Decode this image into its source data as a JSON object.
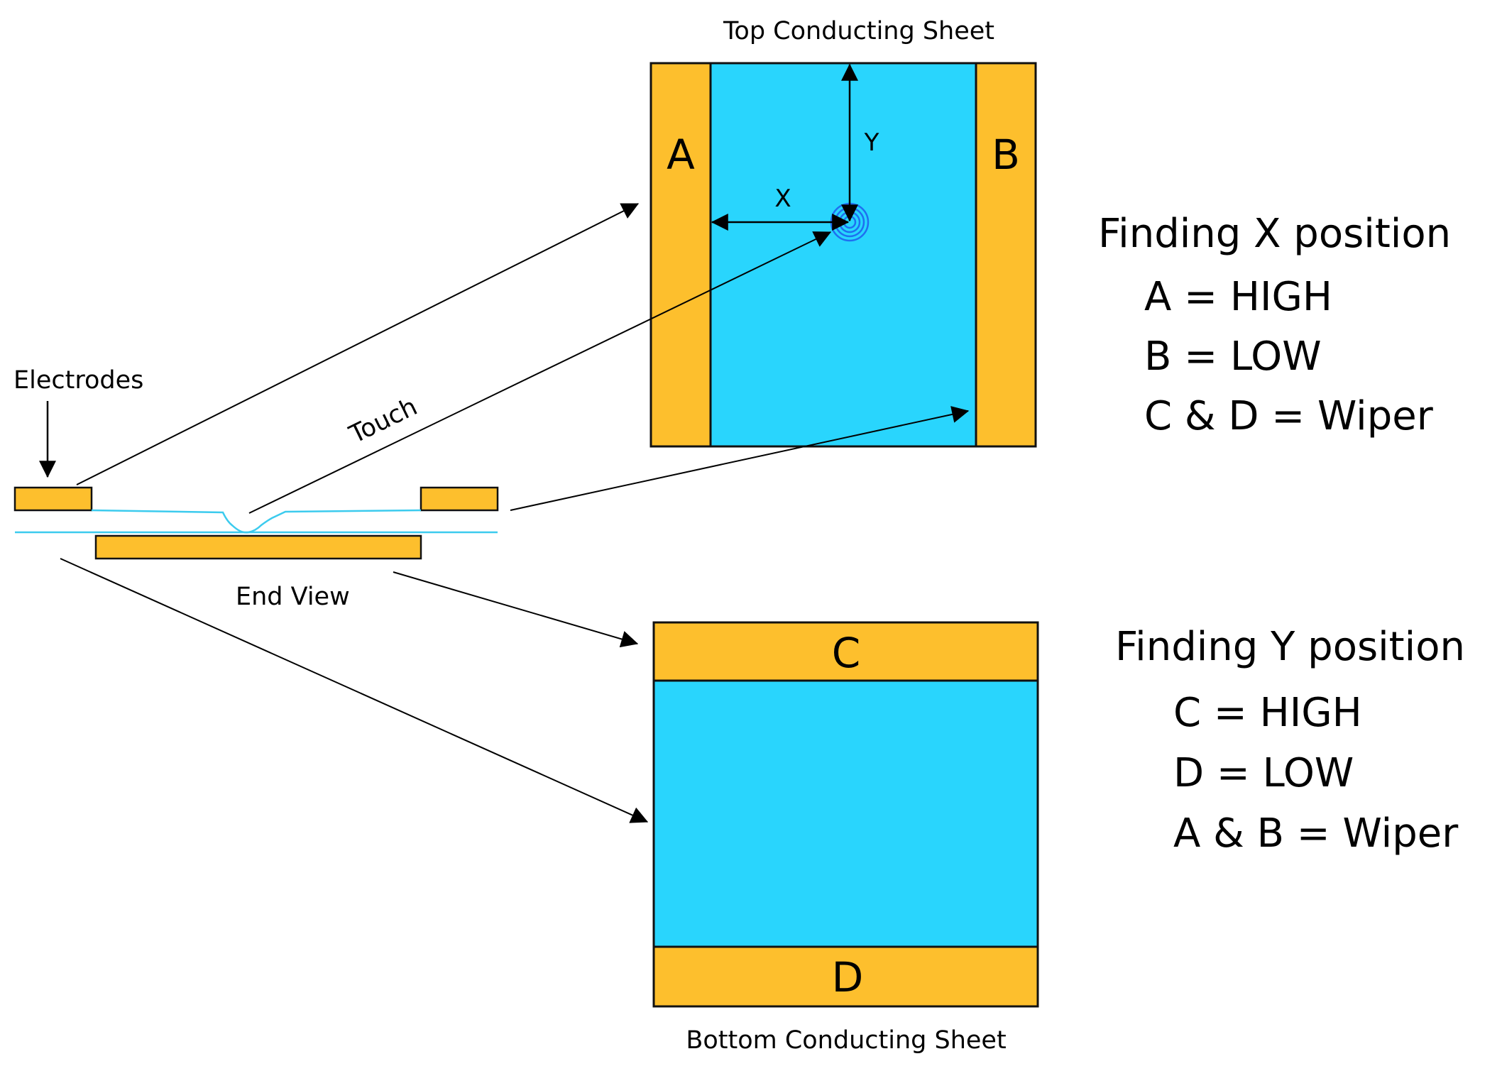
{
  "colors": {
    "electrode": "#fdbf2d",
    "conductor": "#29d5fd",
    "outline": "#111111",
    "film": "#3ccbee",
    "touch_ring": "#1f6ff0",
    "arrow": "#000000"
  },
  "top_sheet": {
    "title": "Top Conducting Sheet",
    "left_electrode": "A",
    "right_electrode": "B",
    "x_label": "X",
    "y_label": "Y"
  },
  "bottom_sheet": {
    "title": "Bottom Conducting Sheet",
    "top_electrode": "C",
    "bottom_electrode": "D"
  },
  "end_view": {
    "title": "End View",
    "electrodes_label": "Electrodes",
    "touch_label": "Touch"
  },
  "finding_x": {
    "heading": "Finding X position",
    "lines": [
      "A = HIGH",
      "B = LOW",
      "C & D = Wiper"
    ]
  },
  "finding_y": {
    "heading": "Finding Y position",
    "lines": [
      "C = HIGH",
      "D = LOW",
      "A & B = Wiper"
    ]
  }
}
